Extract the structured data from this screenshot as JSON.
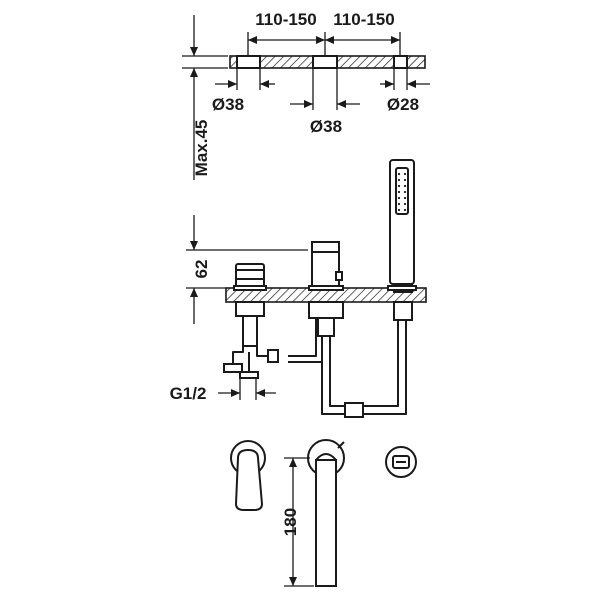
{
  "dimensions": {
    "spacing_left": "110-150",
    "spacing_right": "110-150",
    "max_deck_thickness": "Max.45",
    "hole_left": "Ø38",
    "hole_middle": "Ø38",
    "hole_right": "Ø28",
    "height_above_deck": "62",
    "inlet_thread": "G1/2",
    "spout_length": "180"
  }
}
